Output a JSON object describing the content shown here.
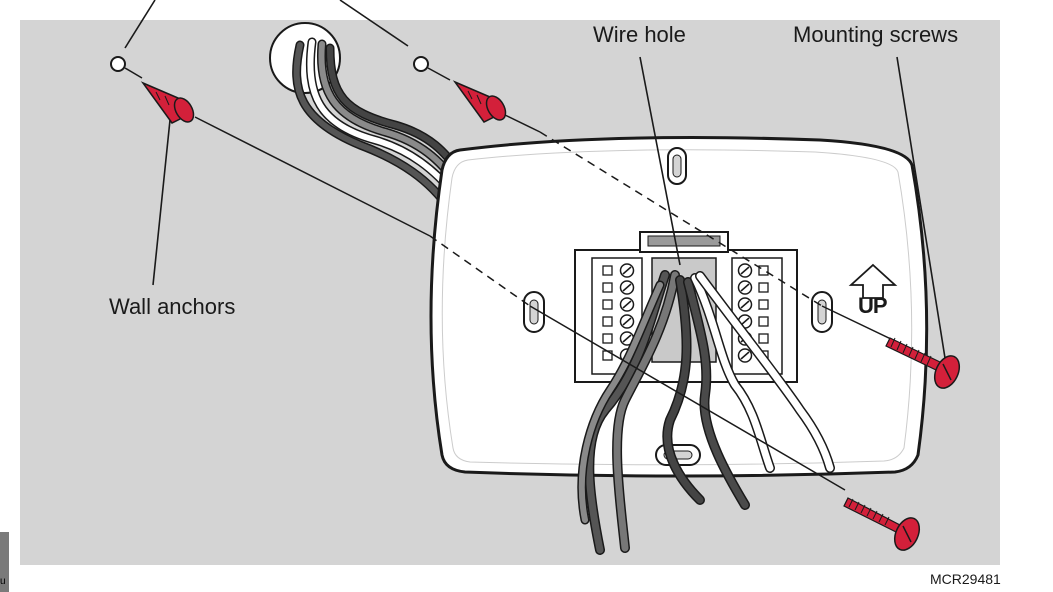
{
  "labels": {
    "wire_hole": "Wire hole",
    "mounting_screws": "Mounting screws",
    "wall_anchors": "Wall anchors",
    "up": "UP",
    "figure_code": "MCR29481",
    "corner_letter": "u"
  },
  "colors": {
    "background": "#d4d4d4",
    "plate": "#ffffff",
    "anchor_red": "#d3203a",
    "outline": "#1a1a1a",
    "wire_dark": "#4a4a4a",
    "wire_gray": "#8a8a8a"
  }
}
